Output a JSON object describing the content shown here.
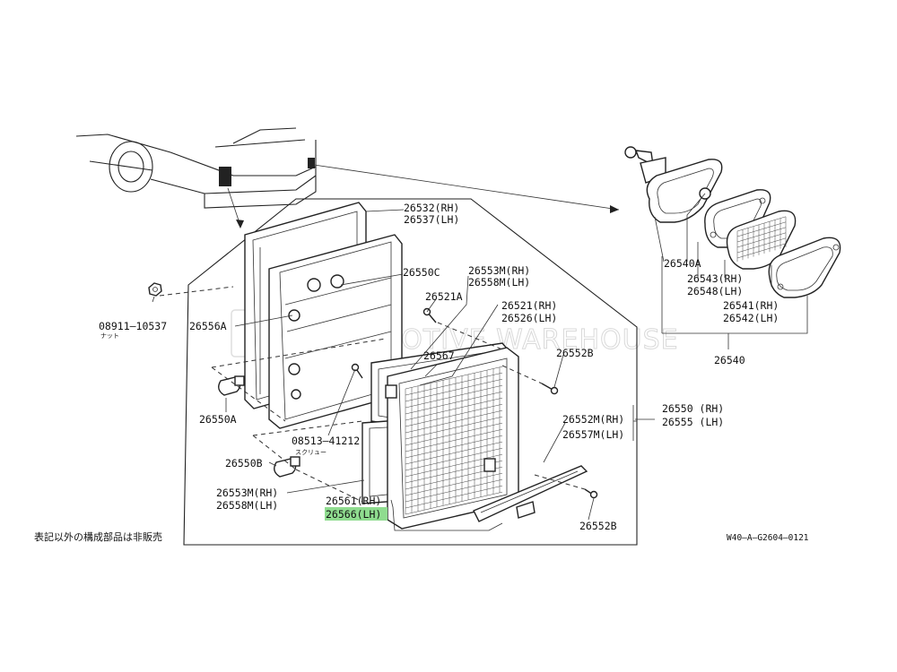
{
  "watermark": "AUTOMOTIVE WAREHOUSE",
  "footer_note_jp": "表記以外の構成部品は非販売",
  "diagram_code": "W40—A—G2604—0121",
  "highlight_color": "#8fdc8f",
  "labels": {
    "p26532": "26532(RH)",
    "p26537": "26537(LH)",
    "p26550c": "26550C",
    "p26553m_top": "26553M(RH)",
    "p26558m_top": "26558M(LH)",
    "p26521a": "26521A",
    "p26521": "26521(RH)",
    "p26526": "26526(LH)",
    "p26556a": "26556A",
    "p08911": "08911—10537",
    "p08911_sub": "ナット",
    "p26567": "26567",
    "p26552b_top": "26552B",
    "p26550a": "26550A",
    "p08513": "08513—41212",
    "p08513_sub": "スクリュー",
    "p26550b": "26550B",
    "p26553m_bot": "26553M(RH)",
    "p26558m_bot": "26558M(LH)",
    "p26561": "26561(RH)",
    "p26566": "26566(LH)",
    "p26550": "26550 (RH)",
    "p26555": "26555 (LH)",
    "p26552m": "26552M(RH)",
    "p26557m": "26557M(LH)",
    "p26552b_bot": "26552B",
    "p26540a": "26540A",
    "p26543": "26543(RH)",
    "p26548": "26548(LH)",
    "p26541": "26541(RH)",
    "p26542": "26542(LH)",
    "p26540": "26540"
  }
}
